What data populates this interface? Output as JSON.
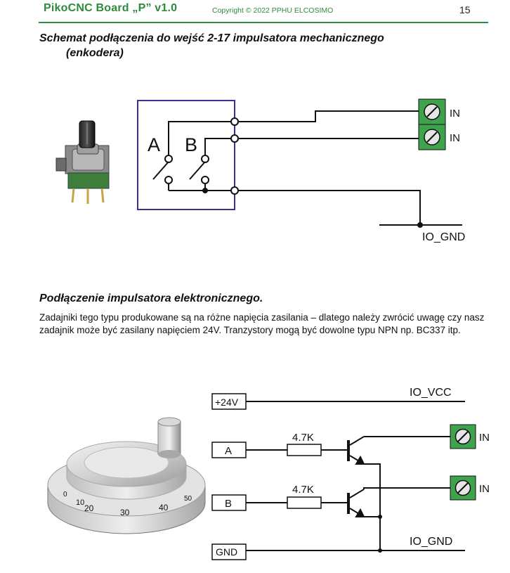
{
  "header": {
    "title": "PikoCNC Board „P” v1.0",
    "copyright": "Copyright © 2022 PPHU ELCOSIMO",
    "page_number": "15"
  },
  "section1": {
    "title_line1": "Schemat podłączenia do wejść 2-17 impulsatora mechanicznego",
    "title_line2": "(enkodera)",
    "diagram": {
      "switch_a": "A",
      "switch_b": "B",
      "terminal_1": "IN",
      "terminal_2": "IN",
      "ground": "IO_GND"
    }
  },
  "section2": {
    "title": "Podłączenie impulsatora elektronicznego.",
    "paragraph": "Zadajniki tego typu produkowane są na różne napięcia zasilania – dlatego należy zwrócić uwagę czy nasz zadajnik może być zasilany napięciem 24V. Tranzystory mogą być dowolne typu NPN np. BC337 itp.",
    "diagram": {
      "supply_box": "+24V",
      "supply_net": "IO_VCC",
      "input_a": "A",
      "input_b": "B",
      "ground_box": "GND",
      "ground_net": "IO_GND",
      "resistor_a": "4.7K",
      "resistor_b": "4.7K",
      "terminal_a": "IN",
      "terminal_b": "IN",
      "dial_scale": [
        "0",
        "10",
        "20",
        "30",
        "40",
        "50"
      ]
    }
  },
  "colors": {
    "accent": "#2e8b3c",
    "terminal": "#3fa34d",
    "frame": "#3b2f8f"
  }
}
